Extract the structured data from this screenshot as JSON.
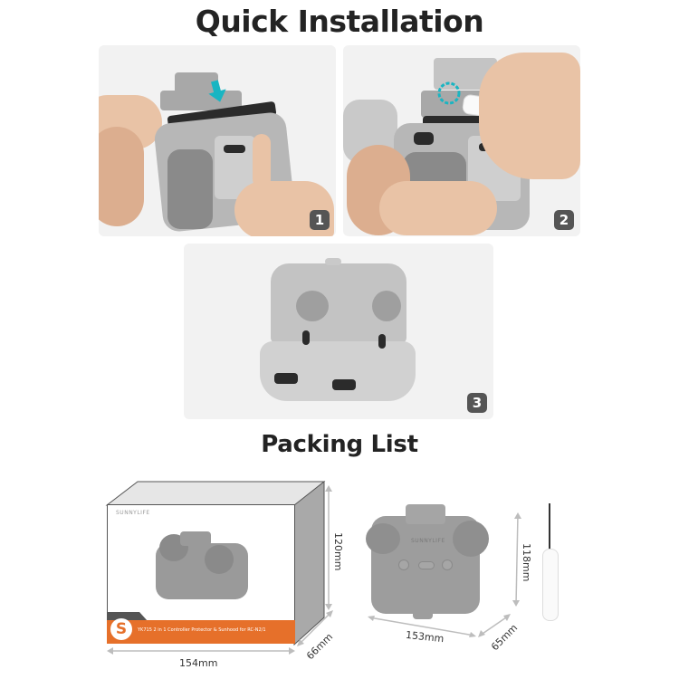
{
  "headings": {
    "quick_installation": "Quick Installation",
    "packing_list": "Packing List"
  },
  "installation_steps": [
    {
      "number": "1",
      "description_icon": "down-arrow-teal-icon"
    },
    {
      "number": "2",
      "description_icon": "rotate-arrow-teal-icon"
    },
    {
      "number": "3",
      "description_icon": ""
    }
  ],
  "packing_list": {
    "box": {
      "brand": "SUNNYLIFE",
      "logo_letter": "S",
      "caption": "YK715 2 in 1 Controller Protector & Sunhood for RC-N2/1",
      "width": "154mm",
      "height": "120mm",
      "depth": "66mm"
    },
    "product": {
      "brand": "SUNNYLIFE",
      "width": "153mm",
      "height": "118mm",
      "depth": "65mm"
    },
    "screwdriver": "screwdriver"
  },
  "colors": {
    "accent_orange": "#e6702a",
    "teal_arrow": "#19b5c2",
    "badge_gray": "#555555",
    "panel_bg": "#f2f2f2"
  }
}
